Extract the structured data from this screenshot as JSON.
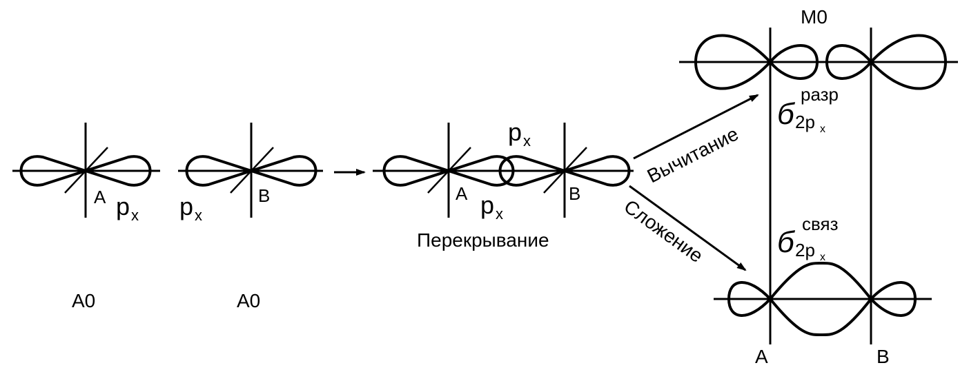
{
  "labels": {
    "ao1": "А0",
    "ao2": "А0",
    "mo": "М0",
    "overlap": "Перекрывание",
    "subtract": "Вычитание",
    "add": "Сложение",
    "atom_a": "А",
    "atom_b": "В",
    "px": "p",
    "px_sub": "x",
    "sigma": "б",
    "sigma_sub": "2p",
    "sigma_sub_x": "x",
    "antibonding": "разр",
    "bonding": "связ"
  }
}
